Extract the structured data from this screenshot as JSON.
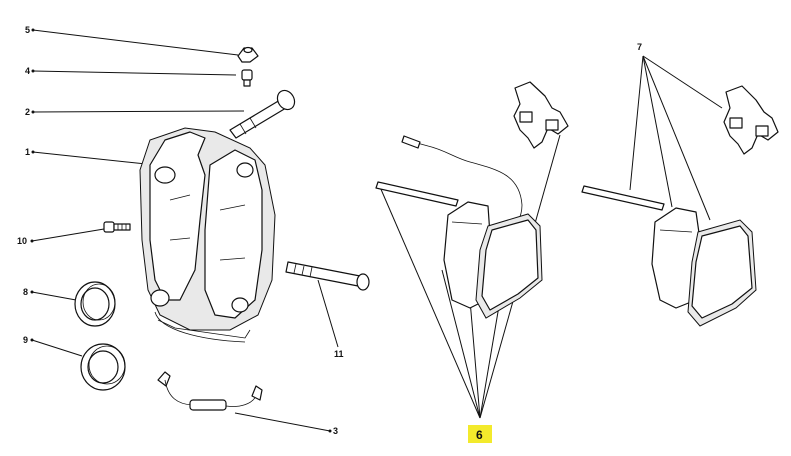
{
  "callouts": {
    "c5": "5",
    "c4": "4",
    "c2": "2",
    "c1": "1",
    "c10": "10",
    "c8": "8",
    "c9": "9",
    "c11": "11",
    "c3": "3",
    "c7": "7",
    "c6": "6"
  },
  "highlight_color": "#f3ea2c"
}
